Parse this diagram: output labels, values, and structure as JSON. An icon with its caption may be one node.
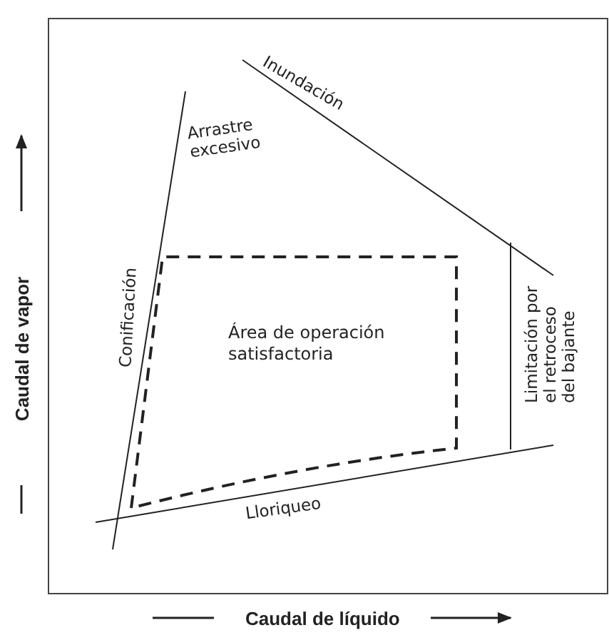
{
  "diagram": {
    "nodes": [
      {
        "text": [
          "Área de operación satisfactoria"
        ]
      }
    ],
    "labels": [
      "Inundación",
      "Arrastre excesivo",
      "Caudal de vapor",
      "Conificación",
      "Limitación por el retroceso del bajante",
      "Lloriqueo",
      "Caudal de líquido"
    ]
  }
}
